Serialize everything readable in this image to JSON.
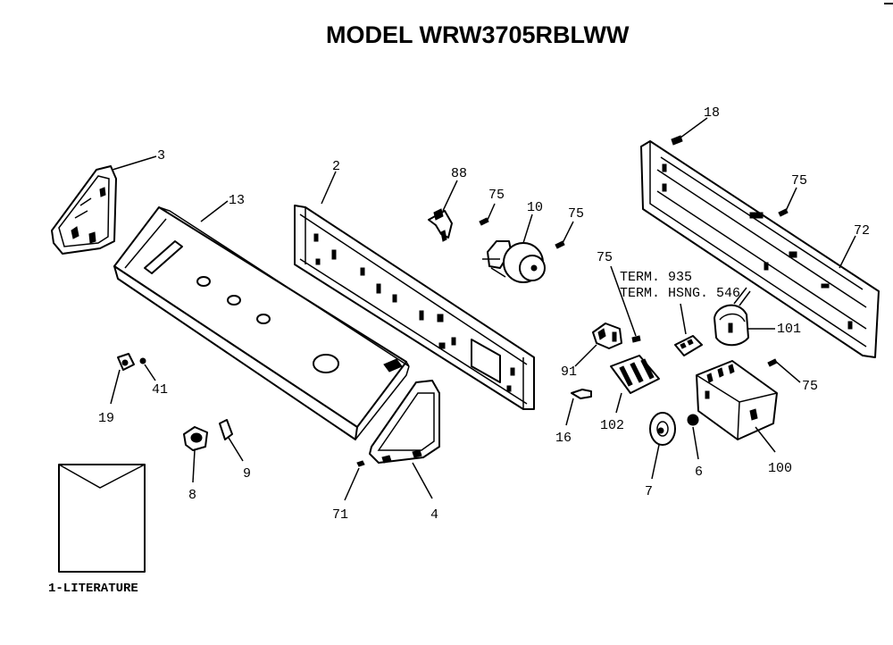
{
  "title": "MODEL WRW3705RBLWW",
  "labels": {
    "p3": "3",
    "p13": "13",
    "p2": "2",
    "p88": "88",
    "p75a": "75",
    "p10": "10",
    "p75b": "75",
    "p18": "18",
    "p75c": "75",
    "p72": "72",
    "p75d": "75",
    "term935": "TERM. 935",
    "termhsng": "TERM. HSNG. 546",
    "p101": "101",
    "p91": "91",
    "p75e": "75",
    "p102": "102",
    "p16": "16",
    "p100": "100",
    "p7": "7",
    "p6": "6",
    "p19": "19",
    "p41": "41",
    "p8": "8",
    "p9": "9",
    "p71": "71",
    "p4": "4",
    "literature": "1-LITERATURE"
  }
}
